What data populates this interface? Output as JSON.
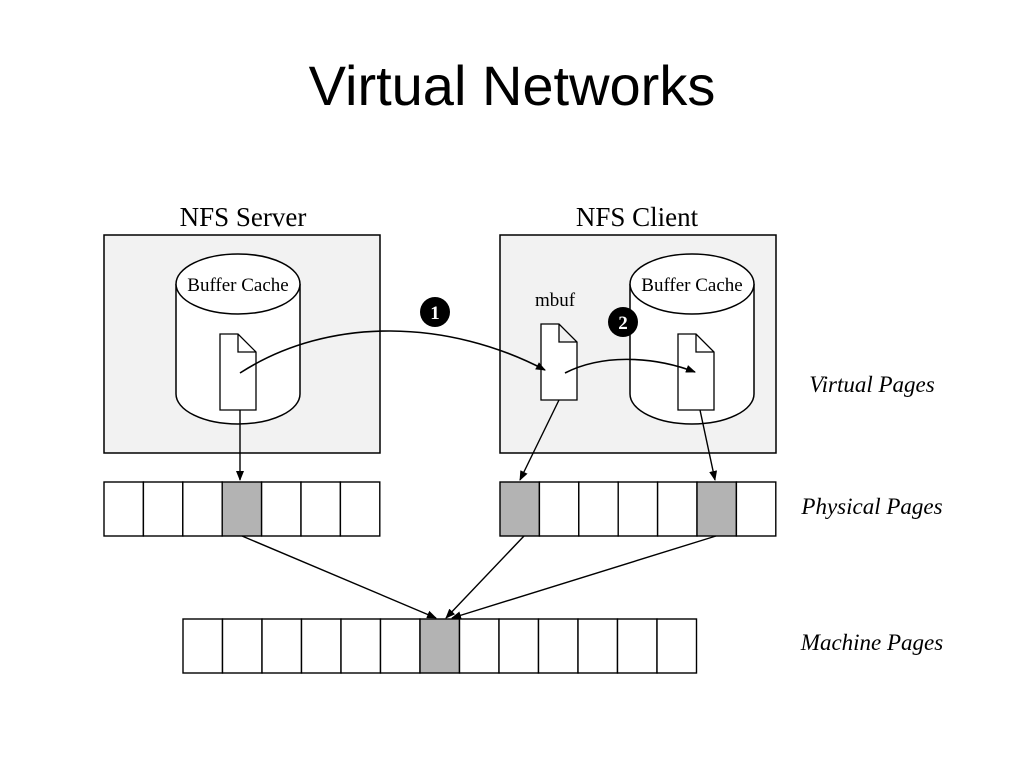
{
  "slide": {
    "title": "Virtual Networks"
  },
  "diagram": {
    "server": {
      "title": "NFS Server",
      "cache_label": "Buffer Cache"
    },
    "client": {
      "title": "NFS Client",
      "cache_label": "Buffer Cache",
      "mbuf_label": "mbuf"
    },
    "steps": [
      {
        "number": "1"
      },
      {
        "number": "2"
      }
    ],
    "side_labels": {
      "virtual": "Virtual Pages",
      "physical": "Physical Pages",
      "machine": "Machine Pages"
    },
    "server_physical_pages": {
      "count": 7,
      "highlighted": [
        3
      ]
    },
    "client_physical_pages": {
      "count": 7,
      "highlighted": [
        0,
        5
      ]
    },
    "machine_pages": {
      "count": 13,
      "highlighted": [
        6
      ]
    },
    "colors": {
      "box_fill": "#f2f2f2",
      "page_highlight": "#b3b3b3",
      "line": "#000000",
      "step_marker": "#000000"
    }
  }
}
